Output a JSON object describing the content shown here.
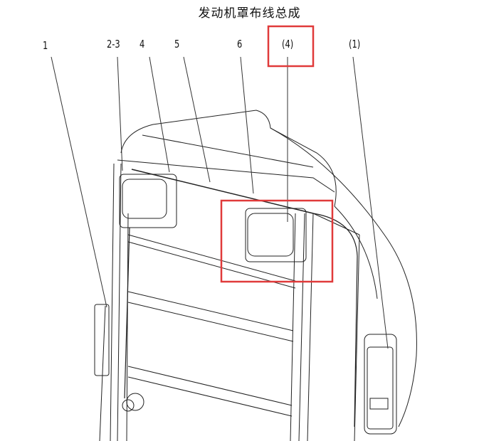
{
  "title": "发动机罩布线总成",
  "callouts": [
    "1",
    "2-3",
    "4",
    "5",
    "6",
    "(4)",
    "(1)"
  ],
  "colors": {
    "highlight": "#e03a3a",
    "line": "#222222"
  }
}
